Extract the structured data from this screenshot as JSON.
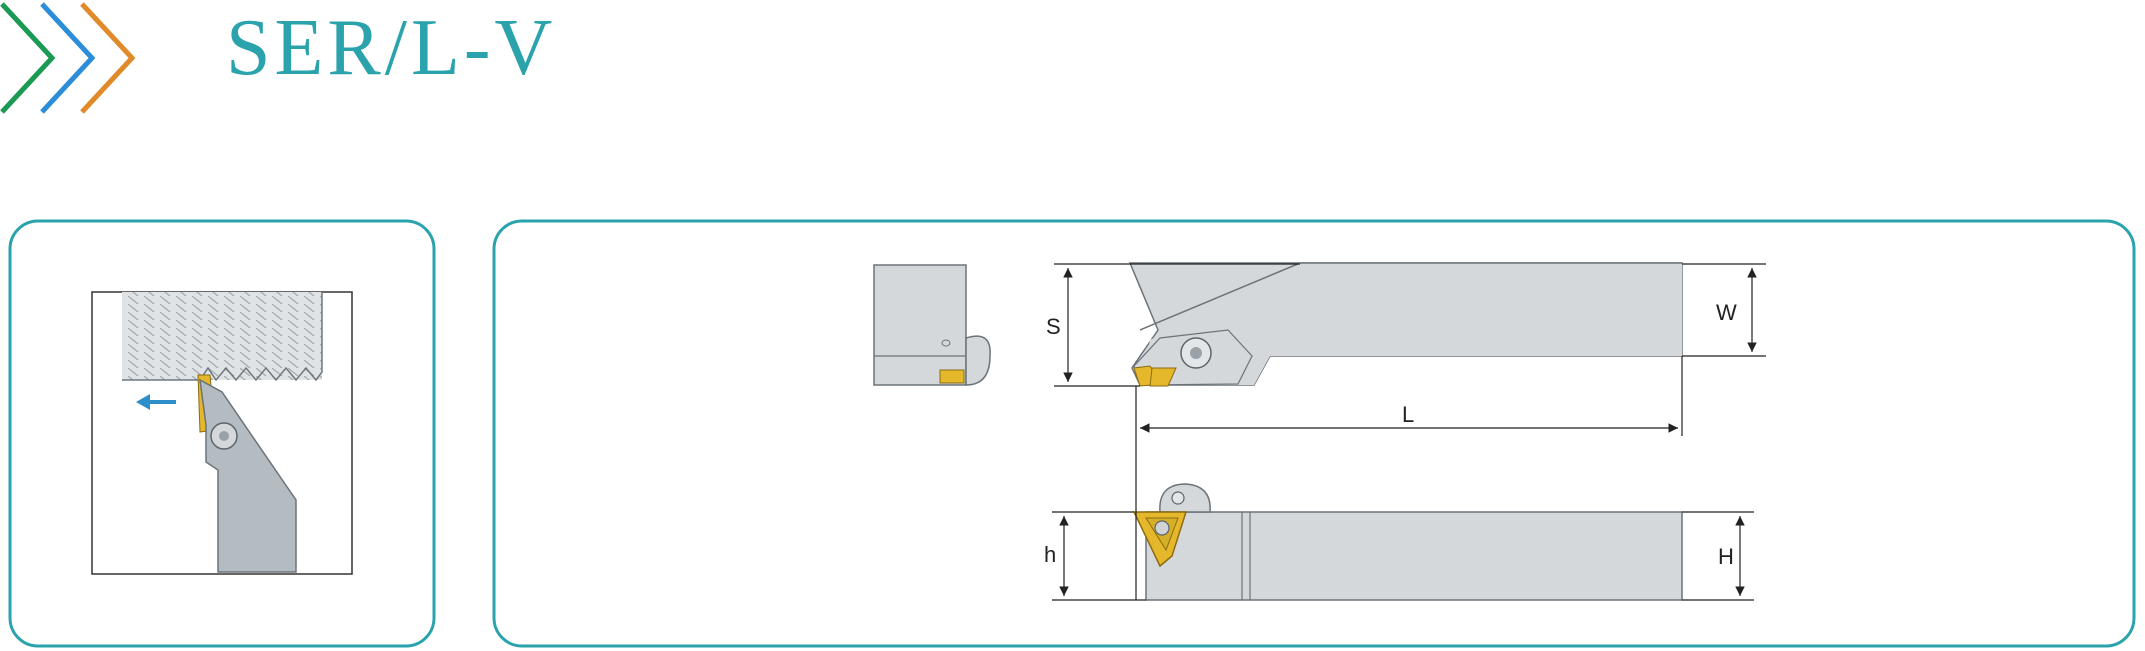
{
  "header": {
    "title": "SER/L-V",
    "chevron_colors": [
      "#1a9a52",
      "#2c8ed8",
      "#e08a2a"
    ]
  },
  "theme": {
    "accent": "#2aa3ac",
    "panel_border": "#2aa3ac",
    "steel": "#d4d8db",
    "steel_dark": "#a9b0b6",
    "insert_gold": "#e5b82c",
    "arrow": "#2d8ec9"
  },
  "dimensions": {
    "S": "S",
    "W": "W",
    "L": "L",
    "h": "h",
    "H": "H"
  }
}
